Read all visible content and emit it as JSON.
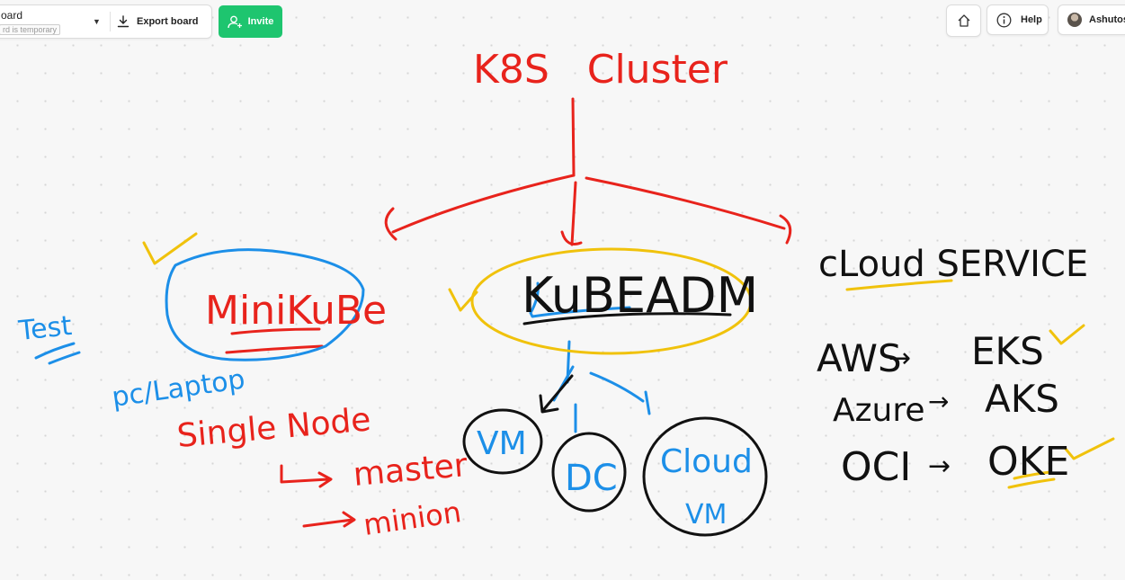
{
  "toolbar": {
    "board_name": "oard",
    "board_status": "rd is temporary",
    "export_label": "Export board",
    "invite_label": "Invite",
    "help_label": "Help",
    "user_name": "Ashutos",
    "icons": {
      "chevron": "chevron-down-icon",
      "export": "download-icon",
      "invite": "add-user-icon",
      "home": "home-icon",
      "help": "info-icon"
    }
  },
  "board": {
    "colors": {
      "red": "#e8231c",
      "blue": "#1c8fe8",
      "black": "#111111",
      "yellow": "#f0c20c"
    },
    "title": "K8S   Cluster",
    "nodes": {
      "minikube": "MiniKuBe",
      "kubeadm": "KuBEADM",
      "cloud_service": "cLoud SERVICE"
    },
    "minikube_notes": {
      "test": "Test",
      "pc_laptop": "pc/Laptop",
      "single_node": "Single Node",
      "master": "master",
      "minion": "minion"
    },
    "kubeadm_targets": {
      "vm": "VM",
      "dc": "DC",
      "cloud": "Cloud",
      "cloud_vm": "VM"
    },
    "cloud_providers": [
      {
        "provider": "AWS",
        "service": "EKS"
      },
      {
        "provider": "Azure",
        "service": "AKS"
      },
      {
        "provider": "OCI",
        "service": "OKE"
      }
    ],
    "arrow_glyph": "→"
  }
}
